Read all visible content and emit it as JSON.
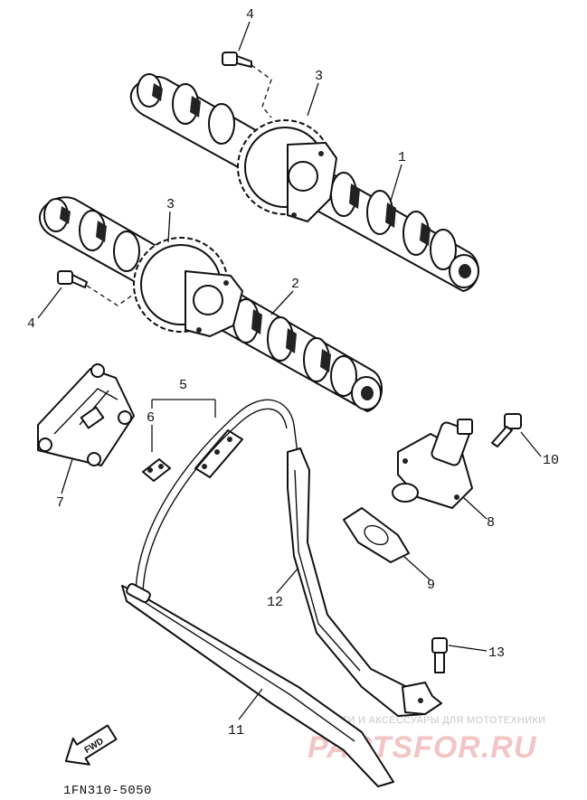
{
  "callouts": {
    "p1": "1",
    "p2": "2",
    "p3a": "3",
    "p3b": "3",
    "p4a": "4",
    "p4b": "4",
    "p5": "5",
    "p6": "6",
    "p7": "7",
    "p8": "8",
    "p9": "9",
    "p10": "10",
    "p11": "11",
    "p12": "12",
    "p13": "13"
  },
  "direction_marker": {
    "text": "FWD",
    "icon": "forward-arrow-icon"
  },
  "diagram_code": "1FN310-5050",
  "watermark": {
    "line1": "ЗАПЧАСТИ И АКСЕССУАРЫ ДЛЯ МОТОТЕХНИКИ",
    "line2": "PARTSFOR.RU"
  }
}
